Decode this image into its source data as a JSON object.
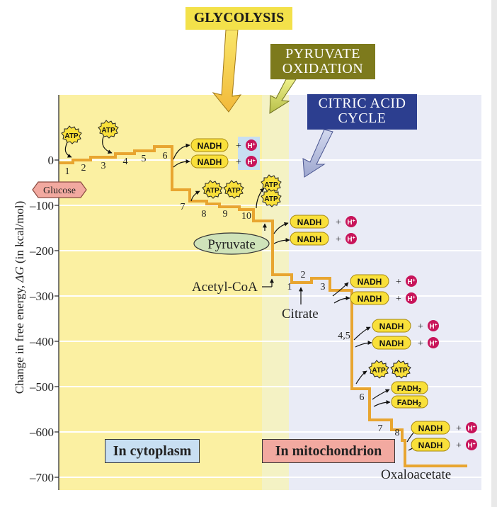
{
  "titles": {
    "glycolysis": "GLYCOLYSIS",
    "pyruvate_oxidation": [
      "PYRUVATE",
      "OXIDATION"
    ],
    "citric_acid_cycle": [
      "CITRIC ACID",
      "CYCLE"
    ]
  },
  "regions": {
    "cytoplasm": "In cytoplasm",
    "mitochondrion": "In mitochondrion"
  },
  "axis": {
    "y_label_prefix": "Change in free energy, ",
    "y_label_symbol": "ΔG",
    "y_label_suffix": " (in kcal/mol)",
    "ticks": [
      "0",
      "–100",
      "–200",
      "–300",
      "–400",
      "–500",
      "–600",
      "–700"
    ]
  },
  "labels": {
    "glucose": "Glucose",
    "pyruvate": "Pyruvate",
    "acetyl_coa": "Acetyl-CoA",
    "citrate": "Citrate",
    "oxaloacetate": "Oxaloacetate"
  },
  "step_numbers": {
    "glycolysis": [
      "1",
      "2",
      "3",
      "4",
      "5",
      "6",
      "7",
      "8",
      "9",
      "10"
    ],
    "citric_acid_cycle": [
      "1",
      "2",
      "3",
      "4,5",
      "6",
      "7",
      "8"
    ]
  },
  "molecules": {
    "atp": "ATP",
    "nadh": "NADH",
    "fadh2_base": "FADH",
    "fadh2_sub": "2",
    "h_plus_base": "H",
    "h_plus_sup": "+",
    "plus": "+"
  },
  "colors": {
    "cytoplasm_bg": "#fbf0a2",
    "pyruvate_bg": "#f4f2c4",
    "mito_bg": "#e9ebf6",
    "staircase": "#e8a530",
    "h_plus": "#c8145a",
    "glucose": "#f2a9a0",
    "pyruvate_oval": "#cfe3b9"
  }
}
